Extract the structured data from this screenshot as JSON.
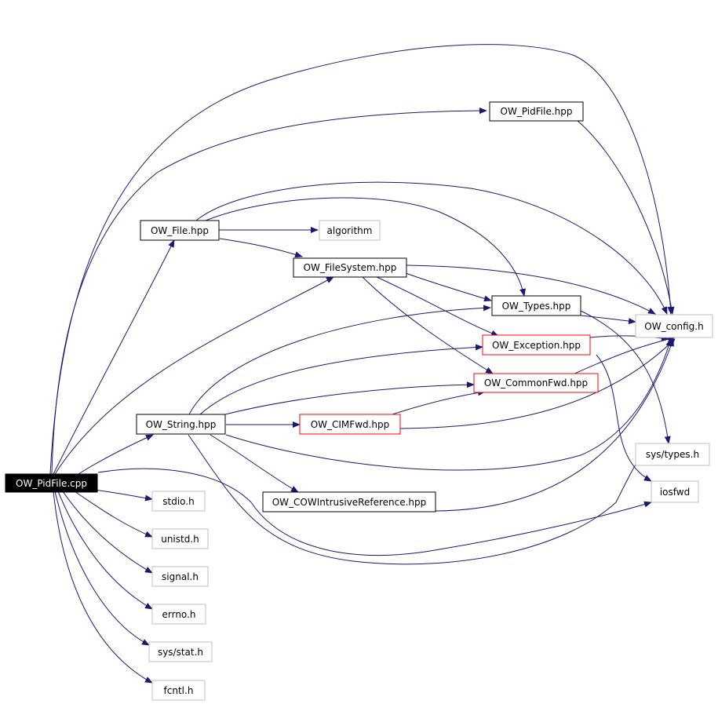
{
  "colors": {
    "edge": "#191970",
    "root_fill": "#000000",
    "root_text": "#ffffff",
    "box_border_black": "#000000",
    "box_border_red": "#ff0000",
    "box_border_gray": "#bfbfbf"
  },
  "nodes": {
    "root": "OW_PidFile.cpp",
    "pidfile_hpp": "OW_PidFile.hpp",
    "file_hpp": "OW_File.hpp",
    "algorithm": "algorithm",
    "filesystem_hpp": "OW_FileSystem.hpp",
    "types_hpp": "OW_Types.hpp",
    "config_h": "OW_config.h",
    "exception_hpp": "OW_Exception.hpp",
    "commonfwd_hpp": "OW_CommonFwd.hpp",
    "string_hpp": "OW_String.hpp",
    "cimfwd_hpp": "OW_CIMFwd.hpp",
    "sys_types_h": "sys/types.h",
    "iosfwd": "iosfwd",
    "cowref_hpp": "OW_COWIntrusiveReference.hpp",
    "stdio_h": "stdio.h",
    "unistd_h": "unistd.h",
    "signal_h": "signal.h",
    "errno_h": "errno.h",
    "sys_stat_h": "sys/stat.h",
    "fcntl_h": "fcntl.h"
  }
}
